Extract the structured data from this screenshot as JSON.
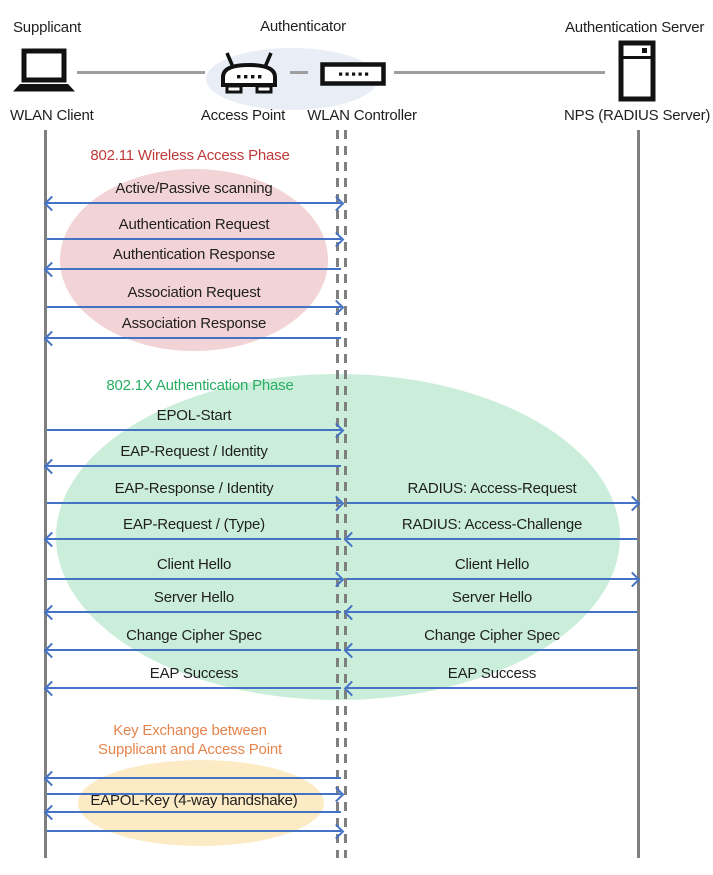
{
  "actors": {
    "supplicant": {
      "role": "Supplicant",
      "device": "WLAN Client",
      "icon": "laptop-icon"
    },
    "authenticator": {
      "role": "Authenticator",
      "device_ap": "Access Point",
      "device_wlc": "WLAN Controller",
      "icons": [
        "access-point-icon",
        "wlan-controller-icon"
      ]
    },
    "auth_server": {
      "role": "Authentication Server",
      "device": "NPS (RADIUS Server)",
      "icon": "server-icon"
    }
  },
  "phases": [
    {
      "title": "802.11 Wireless Access Phase",
      "color": "#BE3A3A",
      "ellipse_color": "#F3D4D6"
    },
    {
      "title": "802.1X Authentication Phase",
      "color": "#29AD63",
      "ellipse_color": "#CBEEDB"
    },
    {
      "title_line1": "Key Exchange between",
      "title_line2": "Supplicant and Access Point",
      "color": "#E5854E",
      "ellipse_color": "#FCEBC4"
    }
  ],
  "messages": [
    {
      "label": "Active/Passive scanning",
      "lane": "client-controller",
      "direction": "both"
    },
    {
      "label": "Authentication Request",
      "lane": "client-controller",
      "direction": "right"
    },
    {
      "label": "Authentication Response",
      "lane": "client-controller",
      "direction": "left"
    },
    {
      "label": "Association Request",
      "lane": "client-controller",
      "direction": "right"
    },
    {
      "label": "Association Response",
      "lane": "client-controller",
      "direction": "left"
    },
    {
      "label": "EPOL-Start",
      "lane": "client-controller",
      "direction": "right"
    },
    {
      "label": "EAP-Request / Identity",
      "lane": "client-controller",
      "direction": "left"
    },
    {
      "label": "EAP-Response / Identity",
      "lane": "client-controller",
      "direction": "right"
    },
    {
      "label": "RADIUS: Access-Request",
      "lane": "controller-server",
      "direction": "right"
    },
    {
      "label": "EAP-Request / (Type)",
      "lane": "client-controller",
      "direction": "left"
    },
    {
      "label": "RADIUS: Access-Challenge",
      "lane": "controller-server",
      "direction": "left"
    },
    {
      "label": "Client Hello",
      "lane": "client-controller",
      "direction": "right"
    },
    {
      "label": "Client Hello",
      "lane": "controller-server",
      "direction": "right"
    },
    {
      "label": "Server Hello",
      "lane": "client-controller",
      "direction": "left"
    },
    {
      "label": "Server Hello",
      "lane": "controller-server",
      "direction": "left"
    },
    {
      "label": "Change Cipher Spec",
      "lane": "client-controller",
      "direction": "left"
    },
    {
      "label": "Change Cipher Spec",
      "lane": "controller-server",
      "direction": "left"
    },
    {
      "label": "EAP Success",
      "lane": "client-controller",
      "direction": "left"
    },
    {
      "label": "EAP Success",
      "lane": "controller-server",
      "direction": "left"
    },
    {
      "label": "",
      "lane": "client-controller",
      "direction": "left"
    },
    {
      "label": "",
      "lane": "client-controller",
      "direction": "right"
    },
    {
      "label": "EAPOL-Key (4-way handshake)",
      "lane": "client-controller",
      "direction": "left"
    },
    {
      "label": "",
      "lane": "client-controller",
      "direction": "right"
    }
  ],
  "colors": {
    "arrow": "#4472C4",
    "lifeline": "#7F7F7F",
    "connector": "#9E9E9E",
    "authenticator_halo": "#E9EDF6"
  }
}
